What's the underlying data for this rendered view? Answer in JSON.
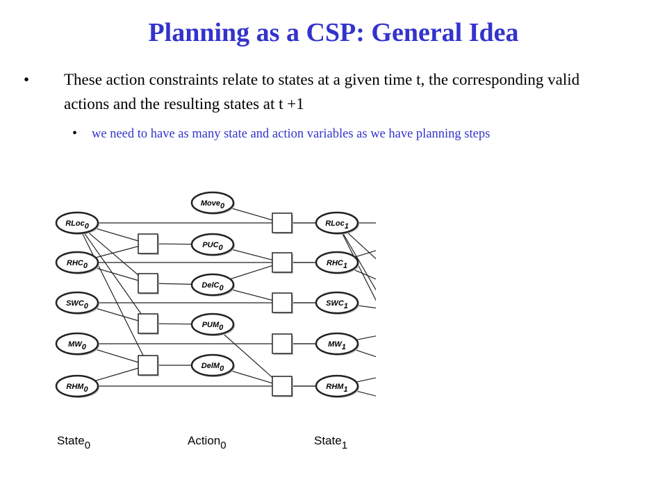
{
  "slide": {
    "title": "Planning as a CSP: General Idea",
    "bullet1": "These action constraints relate to states at a given time t, the corresponding valid actions and the resulting states at t +1",
    "bullet2": "we need to have as many state and action variables as we have planning steps"
  },
  "diagram": {
    "columns": [
      {
        "base": "State",
        "sub": "0"
      },
      {
        "base": "Action",
        "sub": "0"
      },
      {
        "base": "State",
        "sub": "1"
      }
    ],
    "state0": [
      {
        "base": "RLoc",
        "sub": "0"
      },
      {
        "base": "RHC",
        "sub": "0"
      },
      {
        "base": "SWC",
        "sub": "0"
      },
      {
        "base": "MW",
        "sub": "0"
      },
      {
        "base": "RHM",
        "sub": "0"
      }
    ],
    "actions": [
      {
        "base": "Move",
        "sub": "0"
      },
      {
        "base": "PUC",
        "sub": "0"
      },
      {
        "base": "DelC",
        "sub": "0"
      },
      {
        "base": "PUM",
        "sub": "0"
      },
      {
        "base": "DelM",
        "sub": "0"
      }
    ],
    "state1": [
      {
        "base": "RLoc",
        "sub": "1"
      },
      {
        "base": "RHC",
        "sub": "1"
      },
      {
        "base": "SWC",
        "sub": "1"
      },
      {
        "base": "MW",
        "sub": "1"
      },
      {
        "base": "RHM",
        "sub": "1"
      }
    ]
  }
}
